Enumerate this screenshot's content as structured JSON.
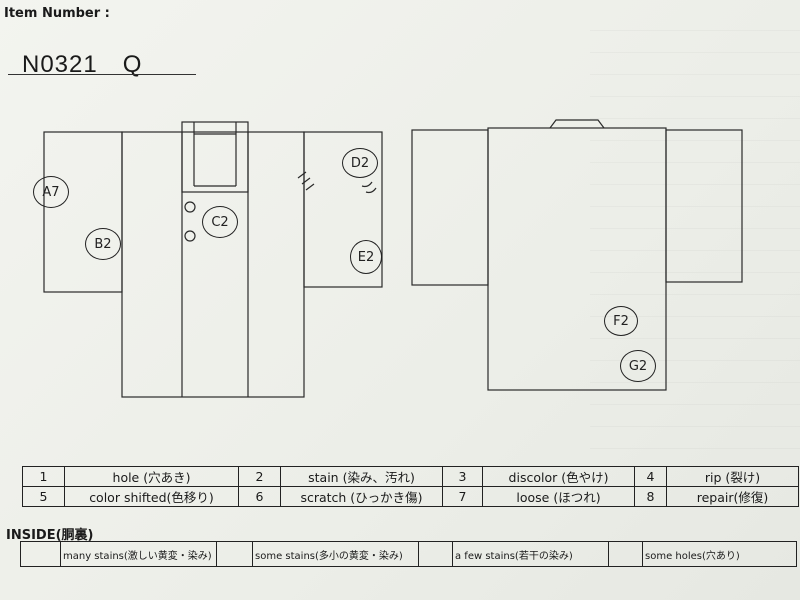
{
  "header": {
    "item_number_label": "Item Number :",
    "item_number_value": "N0321　Q"
  },
  "marks": {
    "a7": "A7",
    "b2": "B2",
    "c2": "C2",
    "d2": "D2",
    "e2": "E2",
    "f2": "F2",
    "g2": "G2"
  },
  "legend": {
    "rows": [
      [
        {
          "num": "1",
          "desc": "hole (穴あき)"
        },
        {
          "num": "2",
          "desc": "stain (染み、汚れ)"
        },
        {
          "num": "3",
          "desc": "discolor (色やけ)"
        },
        {
          "num": "4",
          "desc": "rip (裂け)"
        }
      ],
      [
        {
          "num": "5",
          "desc": "color shifted(色移り)"
        },
        {
          "num": "6",
          "desc": "scratch (ひっかき傷)"
        },
        {
          "num": "7",
          "desc": "loose (ほつれ)"
        },
        {
          "num": "8",
          "desc": "repair(修復)"
        }
      ]
    ]
  },
  "inside": {
    "label": "INSIDE(胴裏)",
    "options": [
      {
        "text": "many stains(激しい黄変・染み)"
      },
      {
        "text": "some stains(多小の黄変・染み)"
      },
      {
        "text": "a few stains(若干の染み)"
      },
      {
        "text": "some holes(穴あり)"
      }
    ]
  }
}
